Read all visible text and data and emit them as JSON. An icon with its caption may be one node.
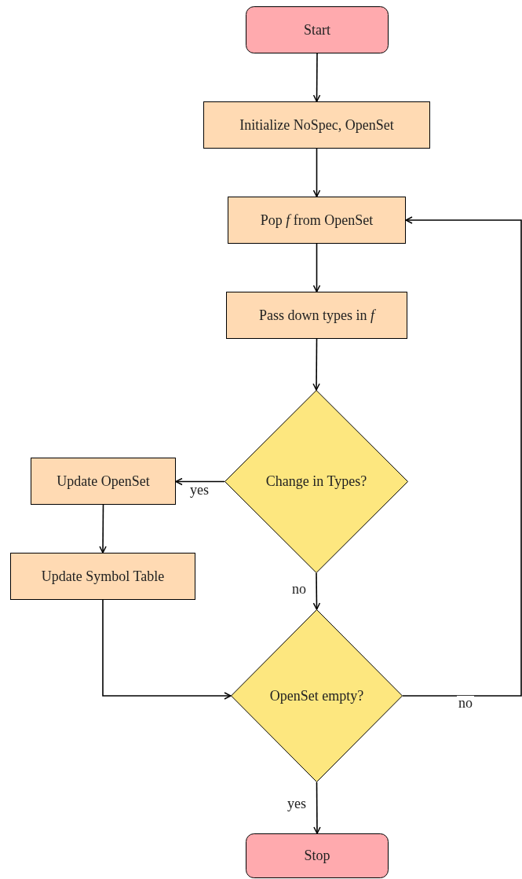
{
  "diagram": {
    "nodes": [
      {
        "text": [
          "Start"
        ]
      },
      {
        "text": [
          "Initialize NoSpec, OpenSet"
        ]
      },
      {
        "text": [
          "Pop *f* from OpenSet"
        ]
      },
      {
        "text": [
          "Pass down types in *f*"
        ]
      },
      {
        "text": [
          "Change in Types?"
        ]
      },
      {
        "text": [
          "Update OpenSet"
        ]
      },
      {
        "text": [
          "Update Symbol Table"
        ]
      },
      {
        "text": [
          "OpenSet empty?"
        ]
      },
      {
        "text": [
          "Stop"
        ]
      }
    ],
    "edges": [
      {
        "from": 0,
        "to": 1,
        "arrow": "to"
      },
      {
        "from": 1,
        "to": 2,
        "arrow": "to"
      },
      {
        "from": 2,
        "to": 3,
        "arrow": "to"
      },
      {
        "from": 3,
        "to": 4,
        "arrow": "to"
      },
      {
        "from": 4,
        "to": 5,
        "arrow": "to",
        "label": "yes"
      },
      {
        "from": 5,
        "to": 6,
        "arrow": "to"
      },
      {
        "from": 4,
        "to": 7,
        "arrow": "to",
        "label": "no"
      },
      {
        "from": 6,
        "to": 7,
        "arrow": "to"
      },
      {
        "from": 7,
        "to": 8,
        "arrow": "to",
        "label": "yes"
      },
      {
        "from": 7,
        "to": 2,
        "arrow": "to",
        "label": "no"
      }
    ]
  }
}
